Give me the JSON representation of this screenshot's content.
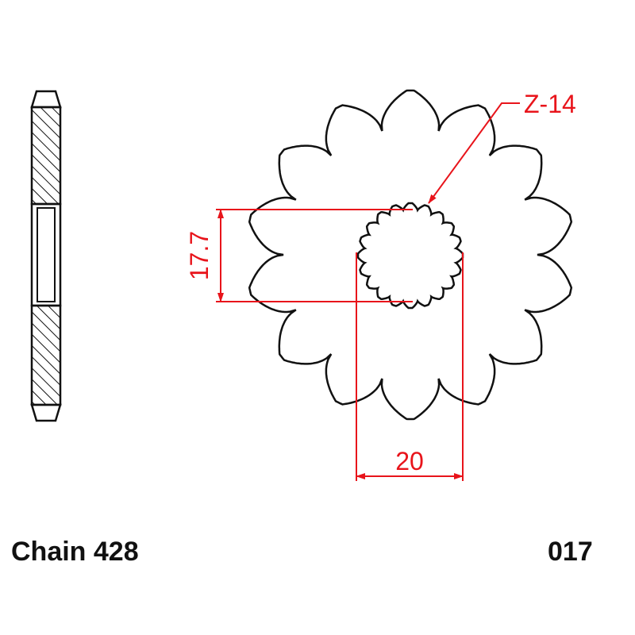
{
  "labels": {
    "chain": "Chain 428",
    "part_number": "017"
  },
  "dimensions": {
    "teeth": "Z-14",
    "height": "17.7",
    "width": "20"
  },
  "drawing": {
    "tooth_count": 14,
    "spline_count": 20
  },
  "colors": {
    "outline": "#111111",
    "dimension": "#e8141b"
  }
}
